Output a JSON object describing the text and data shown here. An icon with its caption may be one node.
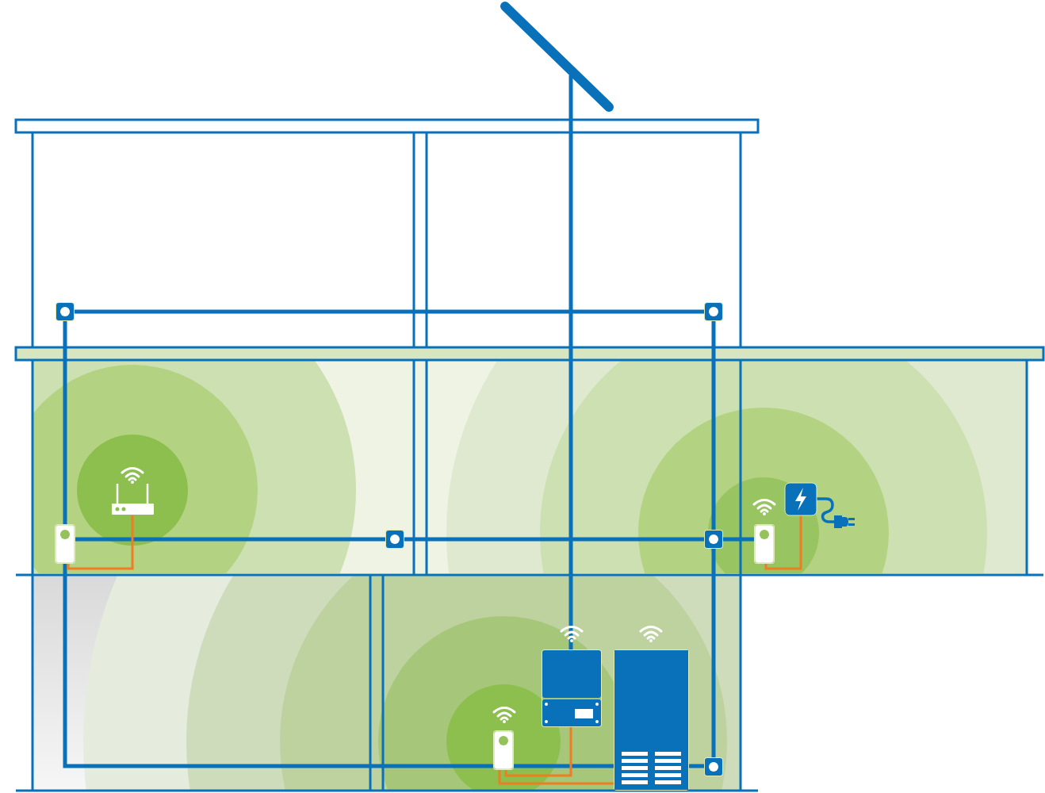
{
  "diagram": {
    "nodes": [
      {
        "text": [],
        "shape": "picture"
      },
      {
        "text": [],
        "shape": "box"
      },
      {
        "text": [],
        "shape": "box"
      },
      {
        "text": [],
        "shape": "picture"
      },
      {
        "text": [],
        "shape": "picture"
      },
      {
        "text": [],
        "shape": "box"
      },
      {
        "text": [],
        "shape": "box"
      },
      {
        "text": [],
        "shape": "box"
      },
      {
        "text": [],
        "shape": "box"
      },
      {
        "text": [],
        "shape": "box"
      },
      {
        "text": [],
        "shape": "box"
      },
      {
        "text": [],
        "shape": "box"
      },
      {
        "text": [],
        "shape": "box"
      }
    ],
    "edges": [
      {
        "from": 1,
        "to": 2,
        "arrow": "none"
      },
      {
        "from": 1,
        "to": 5,
        "arrow": "none"
      },
      {
        "from": 5,
        "to": 6,
        "arrow": "none"
      },
      {
        "from": 6,
        "to": 7,
        "arrow": "none"
      },
      {
        "from": 7,
        "to": 8,
        "arrow": "none"
      },
      {
        "from": 2,
        "to": 7,
        "arrow": "none"
      },
      {
        "from": 7,
        "to": 12,
        "arrow": "none"
      },
      {
        "from": 0,
        "to": 9,
        "arrow": "none"
      },
      {
        "from": 5,
        "to": 11,
        "arrow": "none"
      },
      {
        "from": 11,
        "to": 10,
        "arrow": "none"
      },
      {
        "from": 10,
        "to": 12,
        "arrow": "none"
      },
      {
        "from": 3,
        "to": 5,
        "arrow": "none",
        "color": "#ef7d22"
      },
      {
        "from": 11,
        "to": 9,
        "arrow": "none",
        "color": "#ef7d22"
      },
      {
        "from": 11,
        "to": 10,
        "arrow": "none",
        "color": "#ef7d22"
      },
      {
        "from": 8,
        "to": 4,
        "arrow": "none",
        "color": "#ef7d22"
      }
    ]
  }
}
